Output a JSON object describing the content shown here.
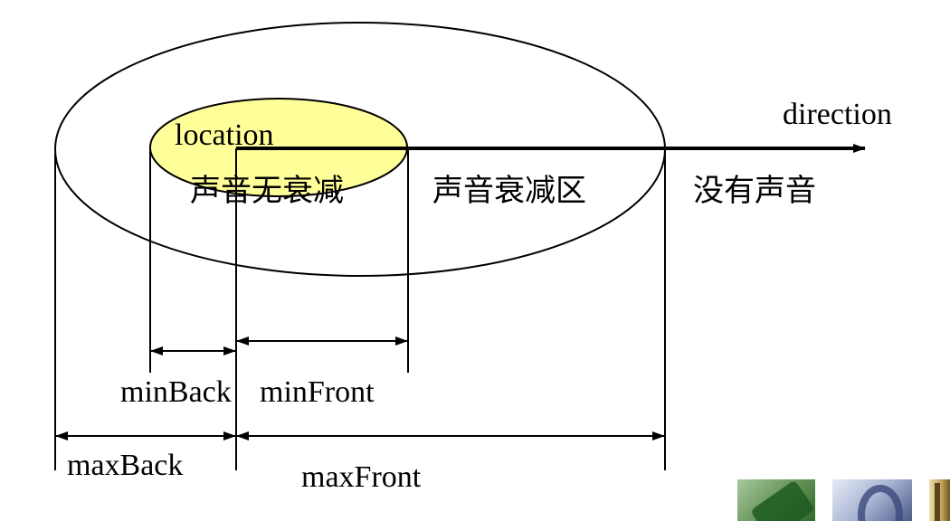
{
  "labels": {
    "direction": "direction",
    "location": "location",
    "zone_no_attenuation": "声音无衰减",
    "zone_attenuation": "声音衰减区",
    "zone_no_sound": "没有声音",
    "min_back": "minBack",
    "min_front": "minFront",
    "max_back": "maxBack",
    "max_front": "maxFront"
  },
  "colors": {
    "inner_fill": "#FFFF99",
    "stroke": "#000000"
  },
  "thumbnails": {
    "items": [
      "check-mark-image",
      "disc-image",
      "scroll-image"
    ]
  }
}
